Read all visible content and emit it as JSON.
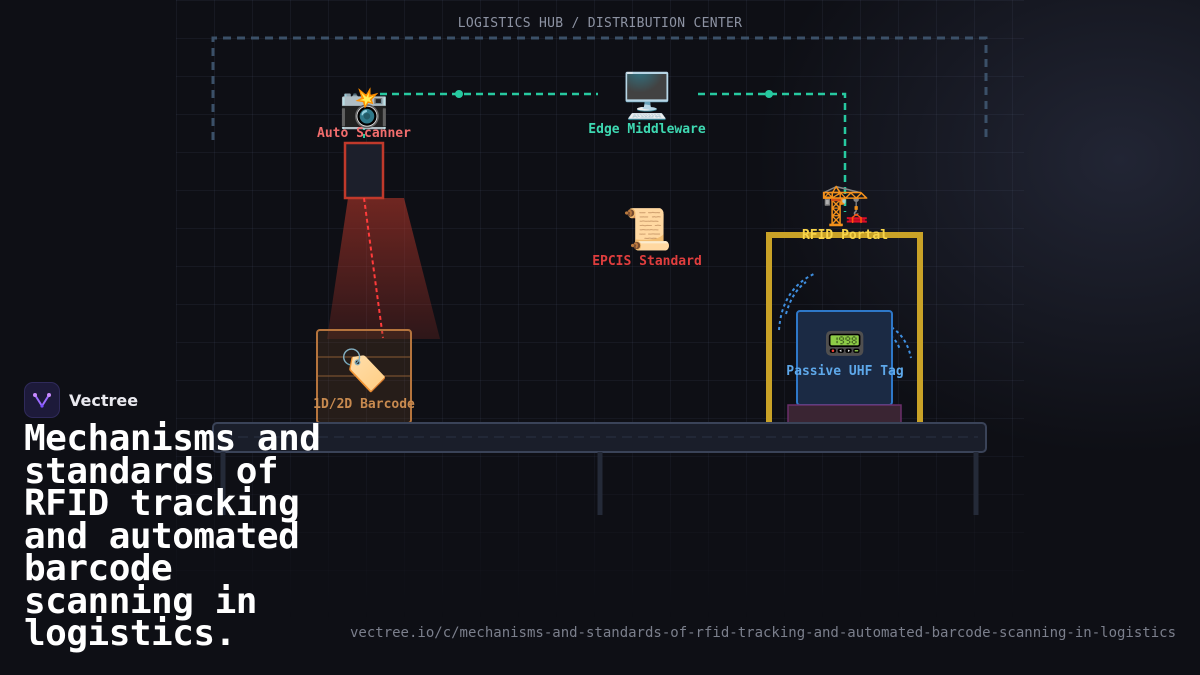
{
  "hub_title": "LOGISTICS HUB / DISTRIBUTION CENTER",
  "nodes": {
    "scanner": {
      "icon": "📸",
      "label": "Auto Scanner",
      "color": "#f26d6d"
    },
    "middleware": {
      "icon": "🖥️",
      "label": "Edge Middleware",
      "color": "#3ed9b2"
    },
    "epcis": {
      "icon": "📜",
      "label": "EPCIS Standard",
      "color": "#e03e3e"
    },
    "portal": {
      "icon": "🏗️",
      "label": "RFID Portal",
      "color": "#f7d44a"
    },
    "tag": {
      "icon": "📟",
      "label": "Passive UHF Tag",
      "color": "#5ea8ea"
    },
    "barcode": {
      "icon": "🏷️",
      "label": "1D/2D Barcode",
      "color": "#c88a4f"
    }
  },
  "brand": {
    "name": "Vectree",
    "logo_icon": "vectree-logo-icon"
  },
  "headline": "Mechanisms and standards of RFID tracking and automated barcode scanning in logistics.",
  "url": "vectree.io/c/mechanisms-and-standards-of-rfid-tracking-and-automated-barcode-scanning-in-logistics",
  "colors": {
    "background": "#0e0f15",
    "network_link": "#27c9a0",
    "hub_boundary": "#3b5068",
    "laser": "#ff3b3b",
    "portal_frame": "#c9a227",
    "rf_wave": "#3f8fe0"
  }
}
